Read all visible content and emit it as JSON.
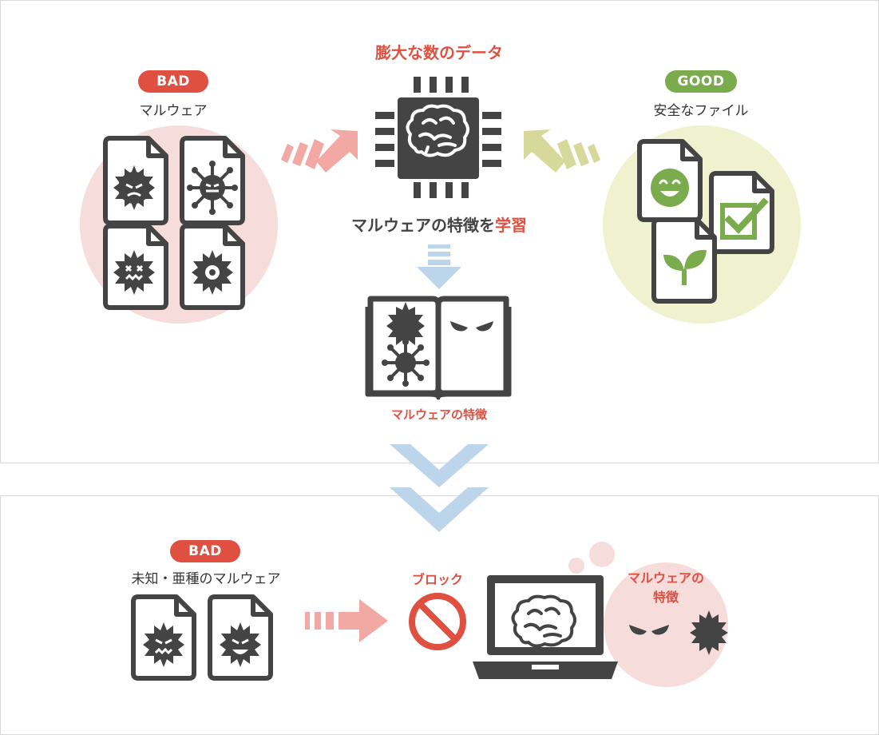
{
  "header": {
    "big_data_title": "膨大な数のデータ"
  },
  "bad_group": {
    "badge": "BAD",
    "caption": "マルウェア"
  },
  "good_group": {
    "badge": "GOOD",
    "caption": "安全なファイル"
  },
  "learning": {
    "label_prefix": "マルウェアの特徴を",
    "label_highlight": "学習"
  },
  "book": {
    "caption": "マルウェアの特徴"
  },
  "bottom": {
    "badge": "BAD",
    "caption": "未知・亜種のマルウェア",
    "block_label": "ブロック",
    "bubble_line1": "マルウェアの",
    "bubble_line2": "特徴"
  },
  "colors": {
    "bad_red": "#e05040",
    "good_green": "#7aab4c",
    "arrow_pink": "#f2a9a3",
    "arrow_olive": "#d6d99a",
    "arrow_blue": "#bcd5ea",
    "icon_dark": "#444444",
    "bad_circle": "#f6dcda",
    "good_circle": "#f0f1cf"
  }
}
